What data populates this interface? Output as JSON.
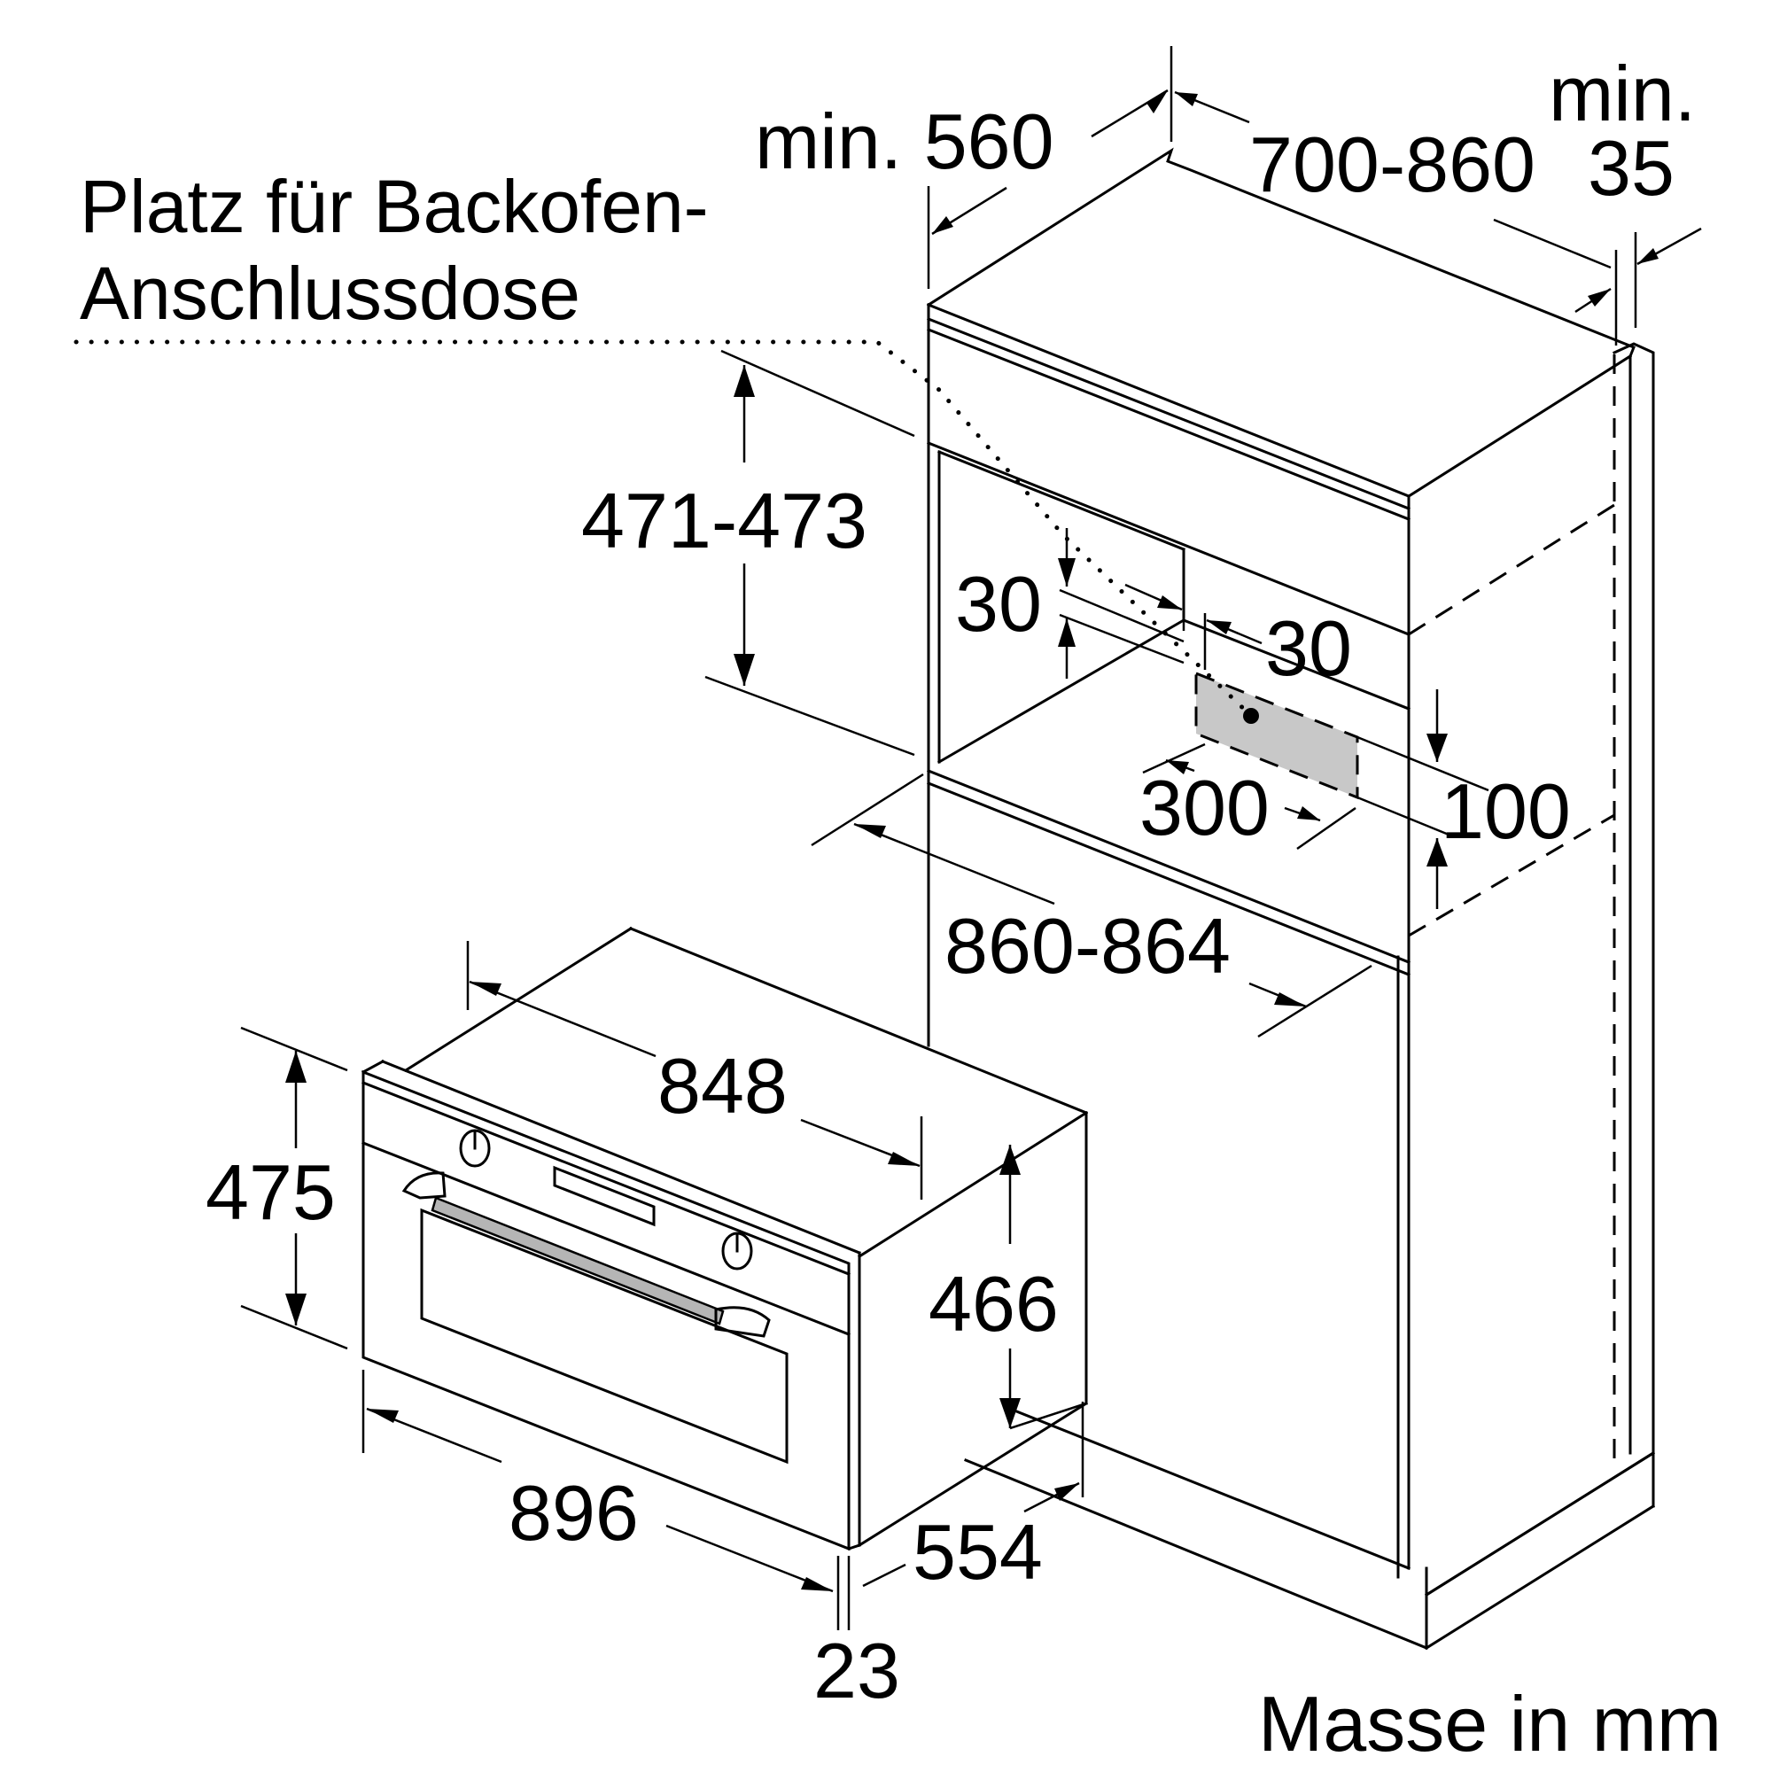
{
  "note": {
    "line1": "Platz für Backofen-",
    "line2": "Anschlussdose"
  },
  "units": "Masse in mm",
  "niche": {
    "depth": "min. 560",
    "height_range": "700-860",
    "side_gap_line1": "min.",
    "side_gap_line2": "35",
    "opening_height": "471-473",
    "opening_width": "860-864",
    "socket_offset_top": "30",
    "socket_offset_side": "30",
    "socket_width": "300",
    "socket_height": "100"
  },
  "oven": {
    "body_width": "848",
    "front_width": "896",
    "front_height": "475",
    "body_height": "466",
    "body_depth": "554",
    "front_thickness": "23"
  },
  "colors": {
    "line": "#000000",
    "socket_fill": "#c8c8c8",
    "handle_fill": "#b5b5b5"
  }
}
